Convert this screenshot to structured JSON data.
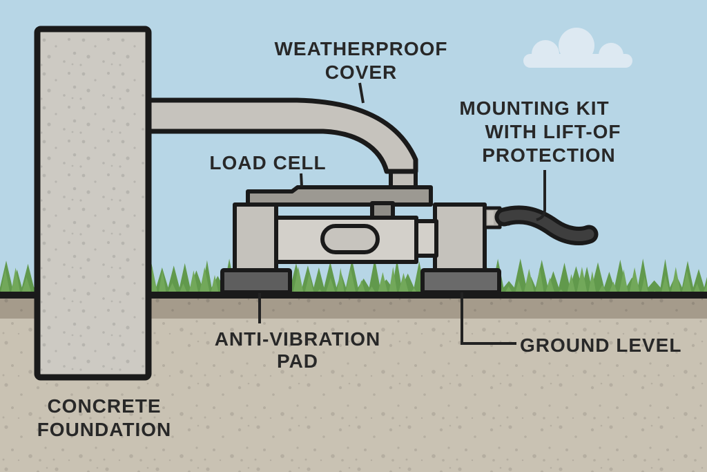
{
  "labels": {
    "weatherproof_cover": {
      "line1": "WEATHERPROOF",
      "line2": "COVER"
    },
    "load_cell": {
      "line1": "LOAD CELL"
    },
    "mounting_kit": {
      "line1": "MOUNTING KIT",
      "line2": "WITH LIFT-OF",
      "line3": "PROTECTION"
    },
    "anti_vibration_pad": {
      "line1": "ANTI-VIBRATION",
      "line2": "PAD"
    },
    "ground_level": {
      "line1": "GROUND LEVEL"
    },
    "concrete_foundation": {
      "line1": "CONCRETE",
      "line2": "FOUNDATION"
    }
  },
  "colors": {
    "sky": "#b7d6e6",
    "cloud": "#dde9f2",
    "grass": "#72a85a",
    "grass_dark": "#61994c",
    "ground_line": "#1a1a1a",
    "ground_top_band": "#a59b8b",
    "ground_soil": "#c9c2b3",
    "concrete": "#cdcac3",
    "cover_gray": "#c6c3bd",
    "stub_gray": "#c2bfb9",
    "plate_gray": "#9c9992",
    "leg_gray": "#c5c2bc",
    "body_gray": "#d3d0ca",
    "slot_gray": "#c7c4be",
    "connector_gray": "#8f8d87",
    "connector_light": "#b3b0aa",
    "pad_left": "#5e5e5e",
    "pad_right": "#6a6a6a",
    "cable": "#3e3e3e",
    "outline": "#1a1a1a",
    "text": "#282828"
  }
}
